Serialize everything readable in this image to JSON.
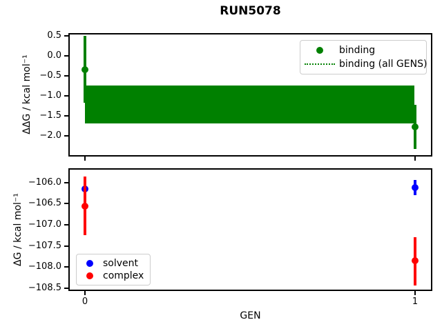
{
  "chart_data": [
    {
      "type": "scatter",
      "title": "RUN5078",
      "ylabel": "ΔΔG / kcal mol⁻¹",
      "x": [
        0,
        1
      ],
      "xlim": [
        -0.047,
        1.049
      ],
      "ylim": [
        -2.49,
        0.53
      ],
      "yticks": [
        0.5,
        0.0,
        -0.5,
        -1.0,
        -1.5,
        -2.0
      ],
      "ytick_labels": [
        "0.5",
        "0.0",
        "−0.5",
        "−1.0",
        "−1.5",
        "−2.0"
      ],
      "xticks": [
        0,
        1
      ],
      "xtick_labels": [],
      "grid": false,
      "legend_position": "upper right",
      "series": [
        {
          "name": "binding",
          "kind": "errorbar",
          "marker": "circle",
          "color": "#008000",
          "values": [
            -0.35,
            -1.78
          ],
          "yerr": [
            0.84,
            0.55
          ]
        },
        {
          "name": "binding (all GENS)",
          "kind": "band",
          "linestyle": "dotted",
          "color": "#008000",
          "center": -1.22,
          "band_high": -0.74,
          "band_low": -1.69,
          "x_range": [
            0,
            1
          ]
        }
      ]
    },
    {
      "type": "scatter",
      "title": "",
      "ylabel": "ΔG / kcal mol⁻¹",
      "xlabel": "GEN",
      "x": [
        0,
        1
      ],
      "xlim": [
        -0.047,
        1.049
      ],
      "ylim": [
        -108.54,
        -105.69
      ],
      "yticks": [
        -106.0,
        -106.5,
        -107.0,
        -107.5,
        -108.0,
        -108.5
      ],
      "ytick_labels": [
        "−106.0",
        "−106.5",
        "−107.0",
        "−107.5",
        "−108.0",
        "−108.5"
      ],
      "xticks": [
        0,
        1
      ],
      "xtick_labels": [
        "0",
        "1"
      ],
      "grid": false,
      "legend_position": "lower left",
      "series": [
        {
          "name": "solvent",
          "kind": "errorbar",
          "marker": "circle",
          "color": "#0000ff",
          "values": [
            -106.15,
            -106.11
          ],
          "yerr": [
            0.25,
            0.18
          ]
        },
        {
          "name": "complex",
          "kind": "errorbar",
          "marker": "circle",
          "color": "#ff0000",
          "values": [
            -106.55,
            -107.86
          ],
          "yerr": [
            0.7,
            0.57
          ]
        }
      ]
    }
  ]
}
